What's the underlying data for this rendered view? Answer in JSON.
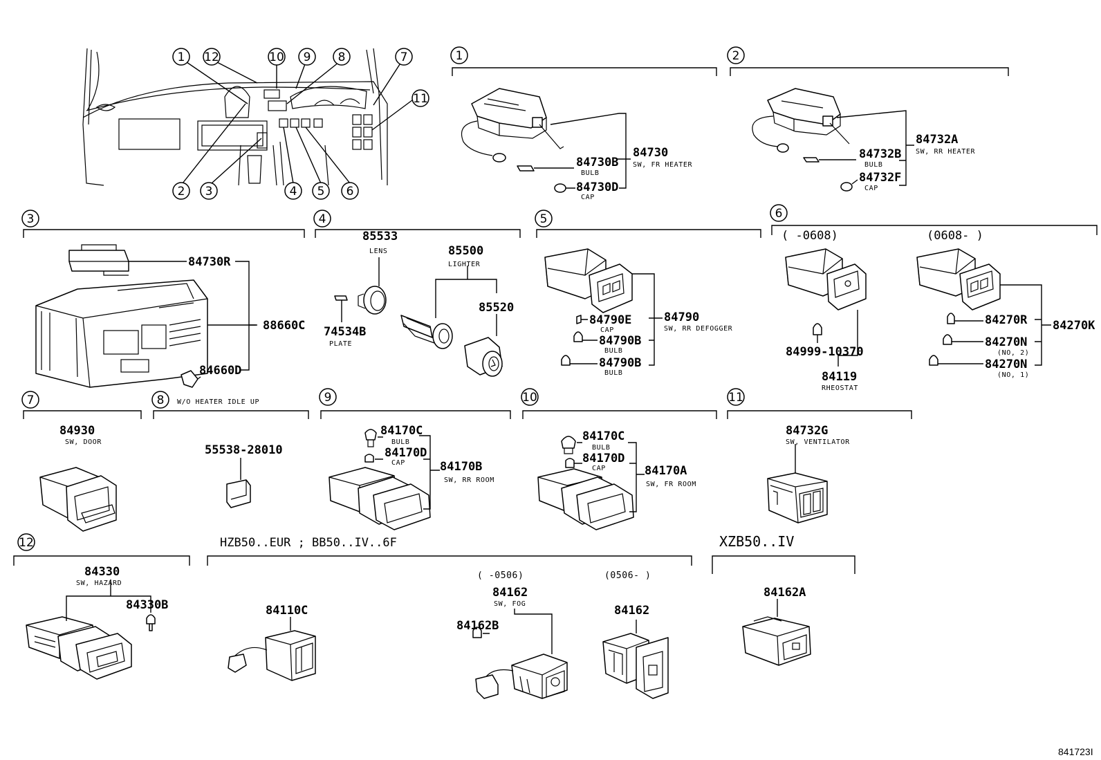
{
  "colors": {
    "ink": "#000000",
    "paper": "#ffffff"
  },
  "overview": {
    "callouts": [
      "1",
      "12",
      "10",
      "9",
      "8",
      "7",
      "11",
      "2",
      "3",
      "4",
      "5",
      "6"
    ]
  },
  "sections": {
    "s1": {
      "num": "1",
      "parts": {
        "p84730": "84730",
        "p84730_desc": "SW, FR HEATER",
        "p84730b": "84730B",
        "p84730b_desc": "BULB",
        "p84730d": "84730D",
        "p84730d_desc": "CAP"
      }
    },
    "s2": {
      "num": "2",
      "parts": {
        "p84732a": "84732A",
        "p84732a_desc": "SW, RR HEATER",
        "p84732b": "84732B",
        "p84732b_desc": "BULB",
        "p84732f": "84732F",
        "p84732f_desc": "CAP"
      }
    },
    "s3": {
      "num": "3",
      "parts": {
        "p84730r": "84730R",
        "p88660c": "88660C",
        "p84660d": "84660D"
      }
    },
    "s4": {
      "num": "4",
      "parts": {
        "p85533": "85533",
        "p85533_desc": "LENS",
        "p85500": "85500",
        "p85500_desc": "LIGHTER",
        "p85520": "85520",
        "p74534b": "74534B",
        "p74534b_desc": "PLATE"
      }
    },
    "s5": {
      "num": "5",
      "parts": {
        "p84790": "84790",
        "p84790_desc": "SW, RR DEFOGGER",
        "p84790e": "84790E",
        "p84790e_desc": "CAP",
        "p84790b1": "84790B",
        "p84790b1_desc": "BULB",
        "p84790b2": "84790B",
        "p84790b2_desc": "BULB"
      }
    },
    "s6": {
      "num": "6",
      "range_left": "(      -0608)",
      "range_right": "(0608-      )",
      "parts": {
        "p84999": "84999-10370",
        "p84119": "84119",
        "p84119_desc": "RHEOSTAT",
        "p84270r": "84270R",
        "p84270n2": "84270N",
        "p84270n2_desc": "(NO, 2)",
        "p84270n1": "84270N",
        "p84270n1_desc": "(NO, 1)",
        "p84270k": "84270K"
      }
    },
    "s7": {
      "num": "7",
      "parts": {
        "p84930": "84930",
        "p84930_desc": "SW, DOOR"
      }
    },
    "s8": {
      "num": "8",
      "note": "W/O HEATER IDLE UP",
      "parts": {
        "p55538": "55538-28010"
      }
    },
    "s9": {
      "num": "9",
      "parts": {
        "p84170c": "84170C",
        "p84170c_desc": "BULB",
        "p84170d": "84170D",
        "p84170d_desc": "CAP",
        "p84170b": "84170B",
        "p84170b_desc": "SW, RR ROOM"
      }
    },
    "s10": {
      "num": "10",
      "parts": {
        "p84170c": "84170C",
        "p84170c_desc": "BULB",
        "p84170d": "84170D",
        "p84170d_desc": "CAP",
        "p84170a": "84170A",
        "p84170a_desc": "SW, FR ROOM"
      }
    },
    "s11": {
      "num": "11",
      "parts": {
        "p84732g": "84732G",
        "p84732g_desc": "SW, VENTILATOR"
      }
    },
    "s12": {
      "num": "12",
      "parts": {
        "p84330": "84330",
        "p84330_desc": "SW, HAZARD",
        "p84330b": "84330B"
      }
    },
    "fog": {
      "header": "HZB50..EUR ; BB50..IV..6F",
      "range_left": "(    -0506)",
      "range_right": "(0506-    )",
      "parts": {
        "p84110c": "84110C",
        "p84162": "84162",
        "p84162_desc": "SW, FOG",
        "p84162b": "84162B",
        "p84162_new": "84162"
      }
    },
    "xzb": {
      "header": "XZB50..IV",
      "parts": {
        "p84162a": "84162A"
      }
    }
  },
  "ref_code": "841723I"
}
